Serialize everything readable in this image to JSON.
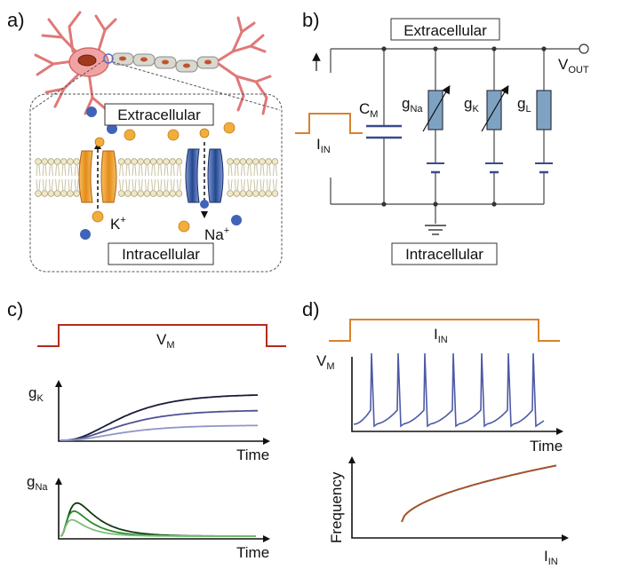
{
  "panels": {
    "a": {
      "letter": "a)",
      "extracellular": "Extracellular",
      "intracellular": "Intracellular",
      "k_ion": "K",
      "k_charge": "+",
      "na_ion": "Na",
      "na_charge": "+"
    },
    "b": {
      "letter": "b)",
      "extracellular": "Extracellular",
      "intracellular": "Intracellular",
      "vout_main": "V",
      "vout_sub": "OUT",
      "cm_main": "C",
      "cm_sub": "M",
      "gna_main": "g",
      "gna_sub": "Na",
      "gk_main": "g",
      "gk_sub": "K",
      "gl_main": "g",
      "gl_sub": "L",
      "iin_main": "I",
      "iin_sub": "IN"
    },
    "c": {
      "letter": "c)",
      "vm_main": "V",
      "vm_sub": "M",
      "gk_main": "g",
      "gk_sub": "K",
      "gna_main": "g",
      "gna_sub": "Na",
      "time_label_1": "Time",
      "time_label_2": "Time"
    },
    "d": {
      "letter": "d)",
      "iin_main": "I",
      "iin_sub": "IN",
      "vm_main": "V",
      "vm_sub": "M",
      "time_label": "Time",
      "ylabel": "Frequency",
      "xlabel_main": "I",
      "xlabel_sub": "IN"
    }
  },
  "colors": {
    "stimulus_orange": "#d9822b",
    "vm_red": "#b52a1e",
    "gk_curves": [
      "#1a1a3a",
      "#4e5291",
      "#8f95c8"
    ],
    "gna_curves": [
      "#123a12",
      "#2f8a2f",
      "#7cc07c"
    ],
    "spike_blue": "#4d5aa6",
    "freq_brown": "#a0522d",
    "k_channel": "#f0a030",
    "na_channel": "#3a5fa8",
    "blue_ion": "#3f63b8",
    "orange_ion": "#f2ae3d",
    "neuron": "#e58a8a",
    "conductance_fill": "#7ea3c2"
  },
  "icons": [
    "neuron-icon",
    "membrane-icon",
    "ion-channel-icon",
    "capacitor-icon",
    "resistor-icon",
    "battery-icon",
    "ground-icon",
    "terminal-icon"
  ]
}
